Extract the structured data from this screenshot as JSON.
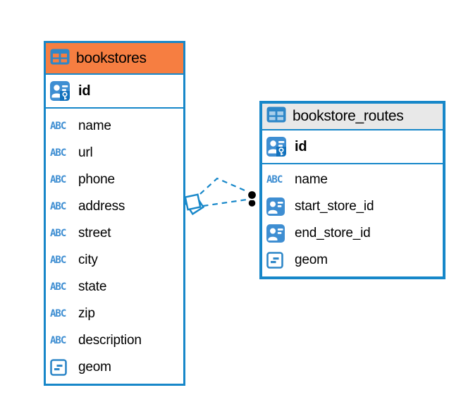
{
  "colors": {
    "accent": "#1787c9",
    "icon_blue": "#3e8ed2",
    "pk_key_badge": "#1272bd",
    "bookstores_header": "#f67e41",
    "bookstore_routes_header": "#e8e8e8",
    "bookstore_routes_icon_cells": "#a9cfeb",
    "relation_line": "#1787c9",
    "relation_dot": "#000000"
  },
  "icons": {
    "text_icon_label": "ABC"
  },
  "tables": [
    {
      "name": "bookstores",
      "header_color": "#f67e41",
      "icon": "table-icon",
      "icon_cell_color": "#f67e41",
      "columns": [
        {
          "name": "id",
          "type": "pk",
          "icon": "primary-key-user-icon"
        },
        {
          "name": "name",
          "type": "text",
          "icon": "abc-text-icon"
        },
        {
          "name": "url",
          "type": "text",
          "icon": "abc-text-icon"
        },
        {
          "name": "phone",
          "type": "text",
          "icon": "abc-text-icon"
        },
        {
          "name": "address",
          "type": "text",
          "icon": "abc-text-icon"
        },
        {
          "name": "street",
          "type": "text",
          "icon": "abc-text-icon"
        },
        {
          "name": "city",
          "type": "text",
          "icon": "abc-text-icon"
        },
        {
          "name": "state",
          "type": "text",
          "icon": "abc-text-icon"
        },
        {
          "name": "zip",
          "type": "text",
          "icon": "abc-text-icon"
        },
        {
          "name": "description",
          "type": "text",
          "icon": "abc-text-icon"
        },
        {
          "name": "geom",
          "type": "geometry",
          "icon": "geometry-icon"
        }
      ]
    },
    {
      "name": "bookstore_routes",
      "header_color": "#e8e8e8",
      "icon": "table-icon",
      "icon_cell_color": "#a9cfeb",
      "columns": [
        {
          "name": "id",
          "type": "pk",
          "icon": "primary-key-user-icon"
        },
        {
          "name": "name",
          "type": "text",
          "icon": "abc-text-icon"
        },
        {
          "name": "start_store_id",
          "type": "fk",
          "icon": "foreign-key-user-icon"
        },
        {
          "name": "end_store_id",
          "type": "fk",
          "icon": "foreign-key-user-icon"
        },
        {
          "name": "geom",
          "type": "geometry",
          "icon": "geometry-icon"
        }
      ]
    }
  ],
  "relation": {
    "style": "dashed",
    "line_count": 2,
    "from_marker": "stacked-squares-marker",
    "to_marker": "double-dot-marker"
  }
}
